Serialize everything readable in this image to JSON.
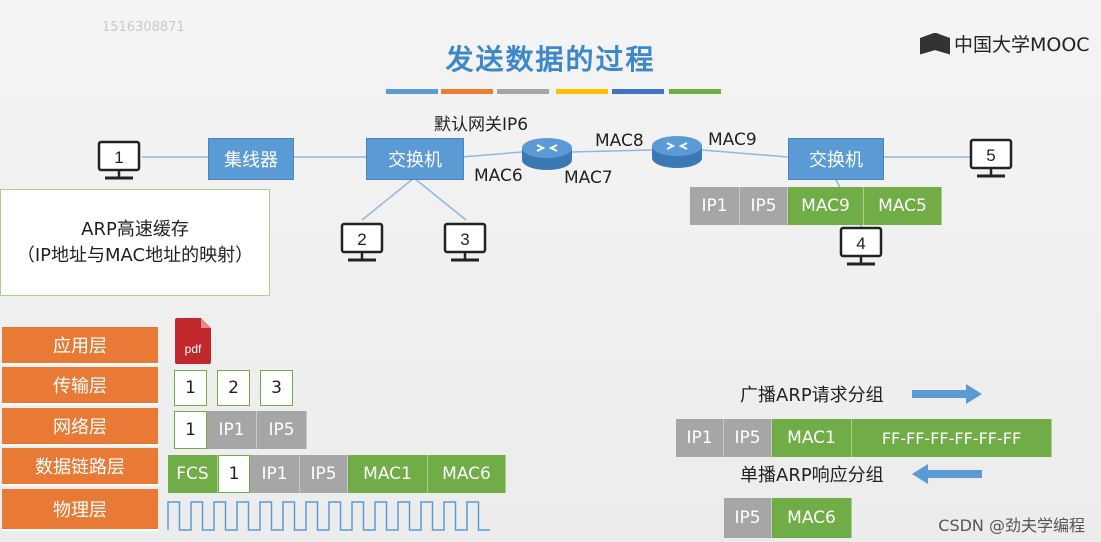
{
  "title": "发送数据的过程",
  "watermark": "1516308871",
  "brand": "中国大学MOOC",
  "credit": "CSDN @劲夫学编程",
  "stripes": [
    "#5b9bd5",
    "#ed7d31",
    "#a5a5a5",
    "#ffc000",
    "#4472c4",
    "#70ad47"
  ],
  "network": {
    "hub": "集线器",
    "switch_left": "交换机",
    "switch_right": "交换机",
    "gateway_label": "默认网关IP6",
    "mac6": "MAC6",
    "mac7": "MAC7",
    "mac8": "MAC8",
    "mac9": "MAC9",
    "hosts": [
      "1",
      "2",
      "3",
      "4",
      "5"
    ]
  },
  "top_frame": [
    "IP1",
    "IP5",
    "MAC9",
    "MAC5"
  ],
  "arp_note": {
    "line1": "ARP高速缓存",
    "line2": "（IP地址与MAC地址的映射）"
  },
  "layers": [
    "应用层",
    "传输层",
    "网络层",
    "数据链路层",
    "物理层"
  ],
  "pdf_label": "pdf",
  "transport_segments": [
    "1",
    "2",
    "3"
  ],
  "network_packet": [
    "1",
    "IP1",
    "IP5"
  ],
  "link_frame": [
    "FCS",
    "1",
    "IP1",
    "IP5",
    "MAC1",
    "MAC6"
  ],
  "arp_request": {
    "label": "广播ARP请求分组",
    "fields": [
      "IP1",
      "IP5",
      "MAC1",
      "FF-FF-FF-FF-FF-FF"
    ]
  },
  "arp_reply": {
    "label": "单播ARP响应分组",
    "fields": [
      "IP5",
      "MAC6"
    ]
  }
}
